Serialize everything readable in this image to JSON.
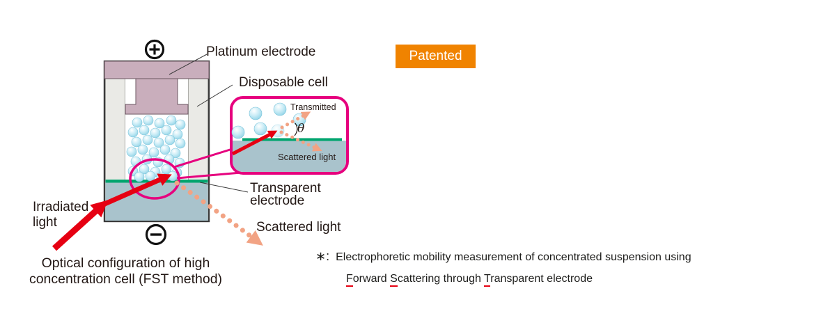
{
  "figure": {
    "caption": "Optical configuration of high\nconcentration cell (FST method)",
    "badge": "Patented"
  },
  "cell": {
    "platinum_label": "Platinum electrode",
    "disposable_label": "Disposable cell",
    "transparent_label": "Transparent\nelectrode",
    "irradiated_label": "Irradiated\nlight",
    "scattered_label": "Scattered light",
    "terminals": {
      "top": "+",
      "bottom": "−"
    }
  },
  "inset": {
    "transmitted_label": "Transmitted",
    "scattered_label": "Scattered light",
    "angle_symbol": "θ"
  },
  "footnote": {
    "marker": "∗:",
    "line1": "Electrophoretic mobility measurement of concentrated suspension using",
    "line2": {
      "f": "F",
      "p1": "orward ",
      "s": "S",
      "p2": "cattering through ",
      "t": "T",
      "p3": "ransparent electrode"
    }
  },
  "colors": {
    "accent_pink": "#e6007e",
    "beam_red": "#e60012",
    "scattered_orange": "#f2a384",
    "electrode_green": "#00a46e",
    "platinum_mauve": "#c9aebc",
    "glass_blue": "#a9c3cc",
    "badge_orange": "#f08300"
  }
}
